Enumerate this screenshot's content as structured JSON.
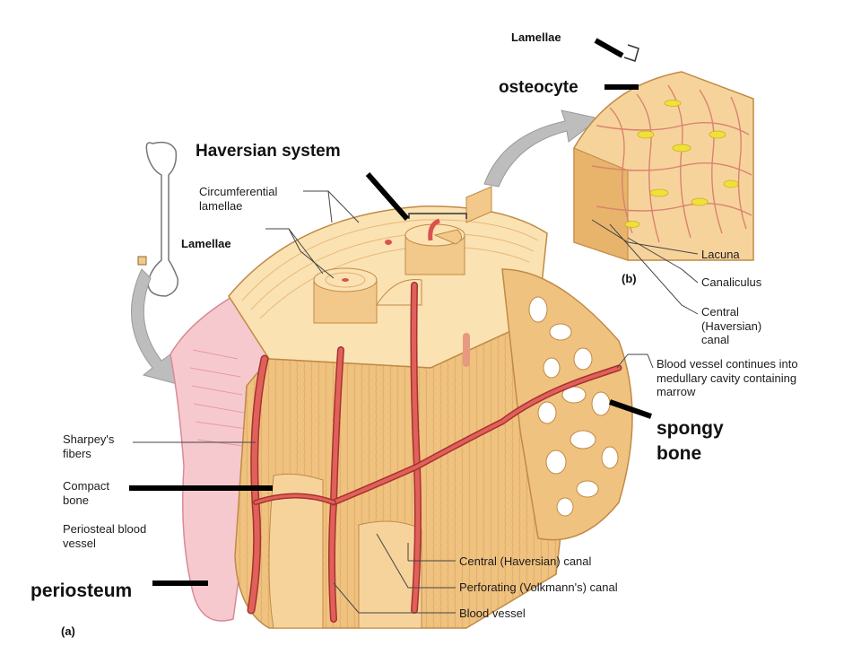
{
  "labels": {
    "lamellae_top": "Lamellae",
    "osteocyte": "osteocyte",
    "haversian_system": "Haversian system",
    "circumferential_lamellae": "Circumferential lamellae",
    "lamellae_left": "Lamellae",
    "lacuna": "Lacuna",
    "canaliculus": "Canaliculus",
    "central_haversian_canal_b": "Central (Haversian) canal",
    "panel_b": "(b)",
    "blood_vessel_continues": "Blood vessel continues into medullary cavity containing marrow",
    "spongy_bone": "spongy bone",
    "sharpeys_fibers": "Sharpey's fibers",
    "compact_bone": "Compact bone",
    "periosteal_blood_vessel": "Periosteal blood vessel",
    "periosteum": "periosteum",
    "central_haversian_canal": "Central (Haversian) canal",
    "perforating_canal": "Perforating (Volkmann's) canal",
    "blood_vessel": "Blood vessel",
    "panel_a": "(a)"
  },
  "colors": {
    "bone": "#f2c98a",
    "bone_light": "#fbe2b3",
    "bone_dark": "#d8a25c",
    "vessel": "#d9534f",
    "vessel_dark": "#a8322e",
    "periosteum": "#f4b6c0",
    "osteocyte": "#f2e03a",
    "leader": "#444444",
    "marker": "#000000"
  }
}
